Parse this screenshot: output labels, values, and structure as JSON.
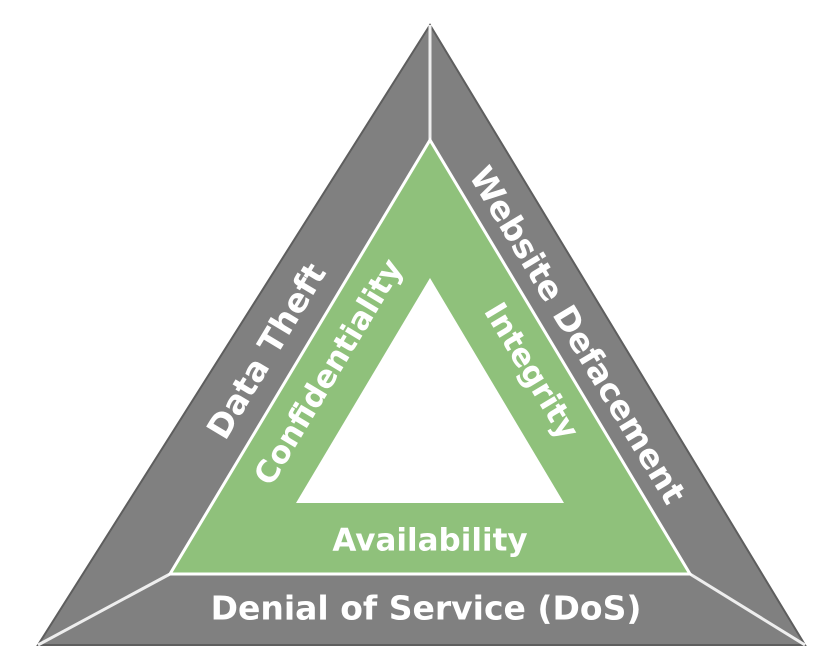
{
  "colors": {
    "outer_fill": "#808080",
    "outer_edge": "#5e5e5e",
    "divider": "#eeeeee",
    "inner_fill": "#8fc17b",
    "inner_edge": "#ffffff",
    "center_fill": "#ffffff",
    "text": "#ffffff"
  },
  "threats": {
    "left": "Data Theft",
    "right": "Website Defacement",
    "bottom": "Denial of Service (DoS)"
  },
  "cia": {
    "left": "Confidentiality",
    "right": "Integrity",
    "bottom": "Availability"
  }
}
